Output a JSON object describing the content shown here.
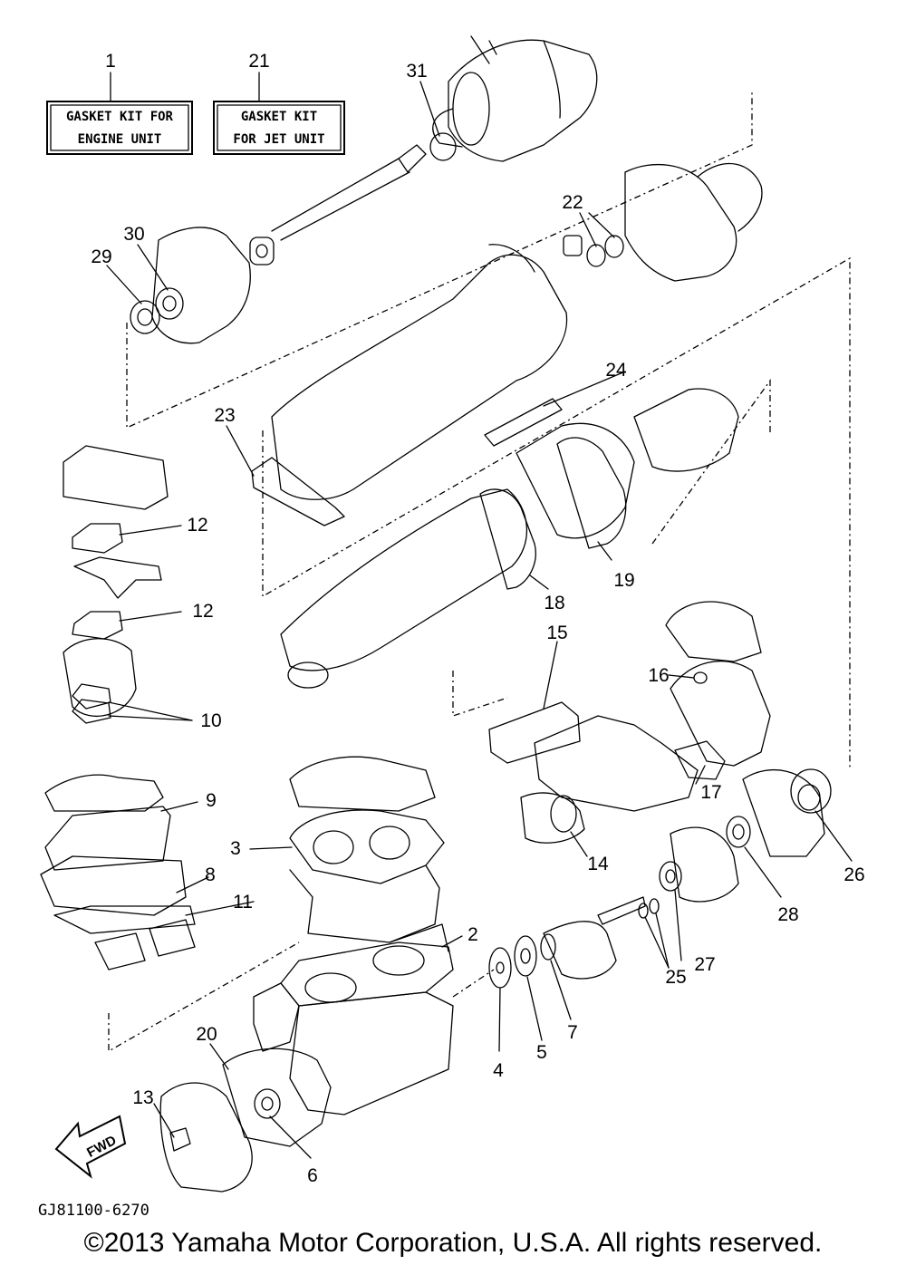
{
  "kits": [
    {
      "number": "1",
      "line1": "GASKET KIT FOR",
      "line2": "ENGINE UNIT"
    },
    {
      "number": "21",
      "line1": "GASKET KIT",
      "line2": "FOR JET UNIT"
    }
  ],
  "callouts": [
    "31",
    "22",
    "30",
    "29",
    "24",
    "23",
    "12",
    "12",
    "19",
    "18",
    "15",
    "16",
    "10",
    "17",
    "9",
    "3",
    "14",
    "26",
    "8",
    "11",
    "28",
    "2",
    "27",
    "25",
    "7",
    "5",
    "4",
    "20",
    "13",
    "6"
  ],
  "fwd_label": "FWD",
  "drawing_code": "GJ81100-6270",
  "copyright": "©2013 Yamaha Motor Corporation, U.S.A. All rights reserved."
}
